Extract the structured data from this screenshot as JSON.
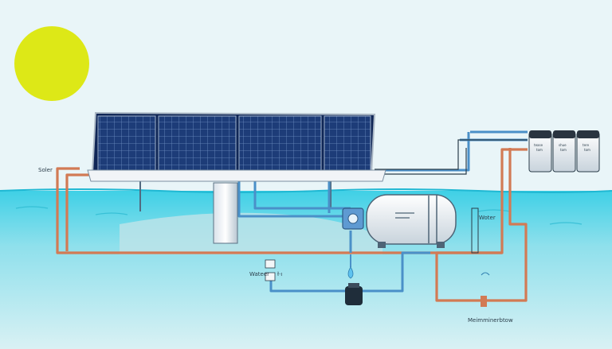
{
  "labels": {
    "solar": "Soler",
    "water_left": "Wateer",
    "water_right_suffix": "ł·ı",
    "water_top": "Woter",
    "bottom": "Meimminerbtow",
    "tank_1": "tease",
    "tank_2": "shue",
    "tank_3": "tere",
    "tank_sub": "tom"
  },
  "colors": {
    "sky": "#e9f5f8",
    "sun": "#dde817",
    "water": "#3fd0e6",
    "panel": "#18336a",
    "copper_pipe": "#d27a54",
    "water_pipe": "#4a90c8"
  }
}
